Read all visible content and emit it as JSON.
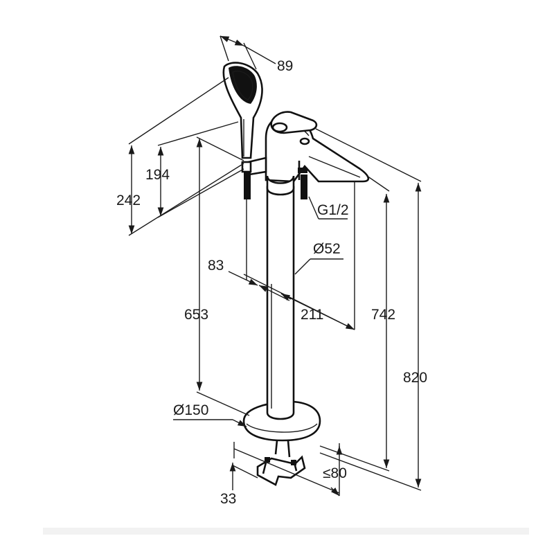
{
  "dimensions": {
    "d89": "89",
    "d194": "194",
    "d242": "242",
    "thread": "G1/2",
    "dia52": "Ø52",
    "d83": "83",
    "d653": "653",
    "d211": "211",
    "d742": "742",
    "d820": "820",
    "dia150": "Ø150",
    "le80": "≤80",
    "d33": "33"
  }
}
